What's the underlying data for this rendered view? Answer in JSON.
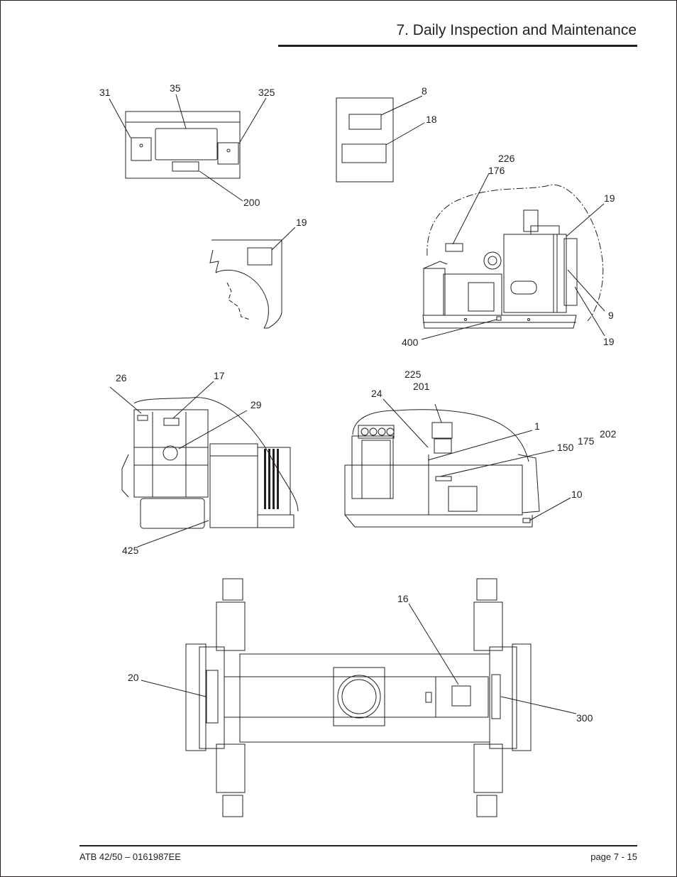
{
  "header": {
    "title": "7. Daily Inspection and Maintenance"
  },
  "footer": {
    "document_id": "ATB 42/50 – 0161987EE",
    "page_label": "page  7 - 15"
  },
  "callouts": {
    "c31": "31",
    "c35": "35",
    "c325": "325",
    "c200": "200",
    "c8": "8",
    "c18": "18",
    "c19a": "19",
    "c226": "226",
    "c176": "176",
    "c19b": "19",
    "c9": "9",
    "c19c": "19",
    "c400": "400",
    "c26": "26",
    "c17": "17",
    "c29": "29",
    "c425": "425",
    "c225": "225",
    "c201": "201",
    "c24": "24",
    "c1": "1",
    "c150": "150",
    "c175": "175",
    "c202": "202",
    "c10": "10",
    "c16": "16",
    "c20": "20",
    "c300": "300"
  }
}
